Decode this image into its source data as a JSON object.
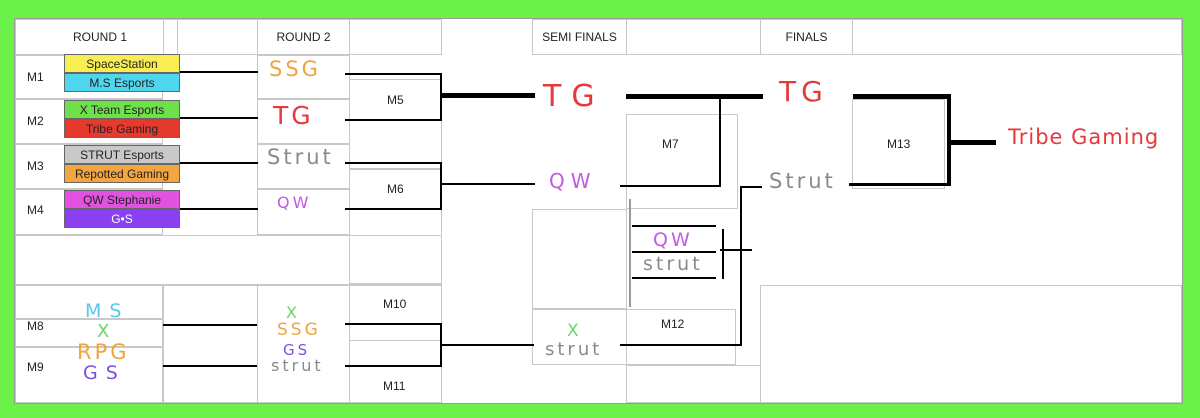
{
  "headers": {
    "round1": "ROUND 1",
    "round2": "ROUND 2",
    "semis": "SEMI FINALS",
    "finals": "FINALS"
  },
  "matches": {
    "m1": "M1",
    "m2": "M2",
    "m3": "M3",
    "m4": "M4",
    "m5": "M5",
    "m6": "M6",
    "m7": "M7",
    "m8": "M8",
    "m9": "M9",
    "m10": "M10",
    "m11": "M11",
    "m12": "M12",
    "m13": "M13"
  },
  "round1_teams": [
    {
      "name": "SpaceStation",
      "color": "#f8ee54"
    },
    {
      "name": "M.S Esports",
      "color": "#4fd6ef"
    },
    {
      "name": "X Team Esports",
      "color": "#6ee04a"
    },
    {
      "name": "Tribe Gaming",
      "color": "#e63a2e"
    },
    {
      "name": "STRUT Esports",
      "color": "#c9c9c9"
    },
    {
      "name": "Repotted Gaming",
      "color": "#f3a640"
    },
    {
      "name": "QW Stephanie",
      "color": "#e351e0"
    },
    {
      "name": "G•S",
      "color": "#8a3ff0"
    }
  ],
  "handwritten": {
    "r2_m1": "SSG",
    "r2_m2": "TG",
    "r2_m3": "Strut",
    "r2_m4": "QW",
    "semi_top": "TG",
    "semi_bottom": "QW",
    "final_top": "TG",
    "final_bottom": "Strut",
    "lb_qw": "QW",
    "lb_strut": "strut",
    "lb_r1_ms": "MS",
    "lb_r1_x": "X",
    "lb_r1_rpg": "RPG",
    "lb_r1_gs": "GS",
    "lb_r2_x": "X",
    "lb_r2_ssg": "SSG",
    "lb_r2_gs": "GS",
    "lb_r2_strut": "strut",
    "lb_semi_x": "X",
    "lb_semi_strut": "strut",
    "champion": "Tribe Gaming"
  },
  "colors": {
    "background": "#6cf04a",
    "ink_red": "#e5393b",
    "ink_orange": "#f2a33c",
    "ink_gray": "#8a8a8a",
    "ink_purple": "#c25be0",
    "ink_violet": "#7c4fe0",
    "ink_cyan": "#5cc6ea",
    "ink_green": "#6bd46b"
  }
}
